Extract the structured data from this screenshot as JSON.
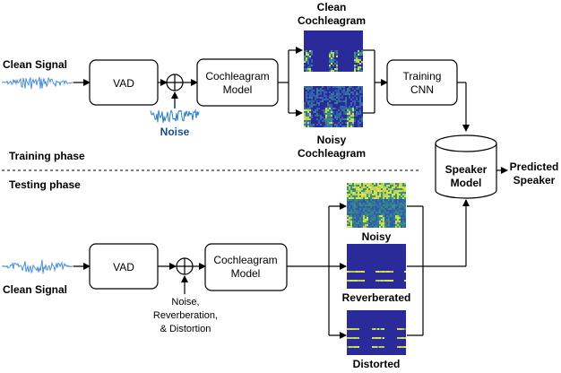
{
  "training": {
    "phase_label": "Training phase",
    "input_label": "Clean Signal",
    "vad_label": "VAD",
    "noise_label": "Noise",
    "cochleagram_label_1": "Cochleagram",
    "cochleagram_label_2": "Model",
    "clean_cochleagram_line1": "Clean",
    "clean_cochleagram_line2": "Cochleagram",
    "noisy_cochleagram_line1": "Noisy",
    "noisy_cochleagram_line2": "Cochleagram",
    "cnn_line1": "Training",
    "cnn_line2": "CNN"
  },
  "testing": {
    "phase_label": "Testing phase",
    "input_label": "Clean Signal",
    "vad_label": "VAD",
    "degradation_line1": "Noise,",
    "degradation_line2": "Reverberation,",
    "degradation_line3": "& Distortion",
    "cochleagram_label_1": "Cochleagram",
    "cochleagram_label_2": "Model",
    "noisy_label": "Noisy",
    "reverb_label": "Reverberated",
    "distorted_label": "Distorted"
  },
  "speaker_model": {
    "line1": "Speaker",
    "line2": "Model"
  },
  "output": {
    "line1": "Predicted",
    "line2": "Speaker"
  },
  "colors": {
    "waveform": "#4a90d9",
    "noise_wave": "#2a7fc4",
    "spectrogram_bg": "#2a2a9a",
    "spectrogram_mid": "#3ca0c8",
    "spectrogram_high": "#d8e84a"
  }
}
